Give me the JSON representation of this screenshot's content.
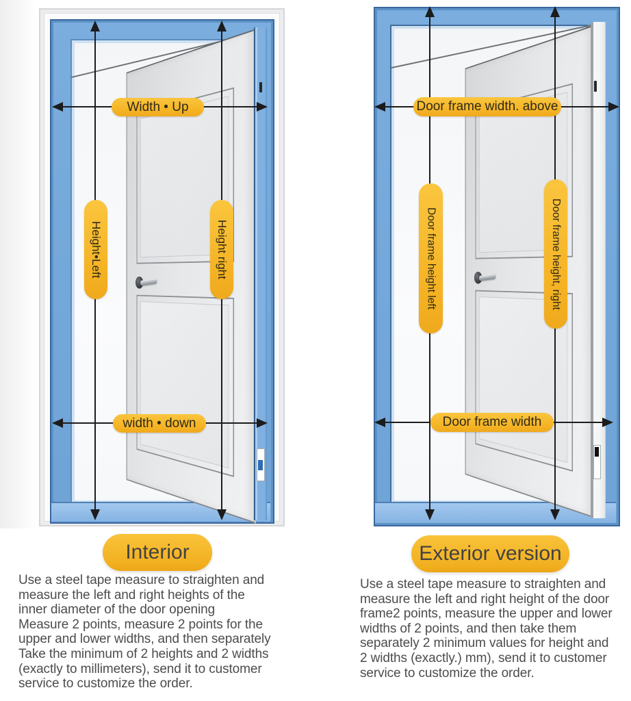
{
  "colors": {
    "accent_yellow": "#F5B324",
    "frame_blue": "#74A8DB",
    "frame_blue_dark": "#3A689C",
    "sill_blue": "#8FBCE9",
    "arrow_black": "#1C1C1C",
    "door_gray": "#E2E4E6",
    "instruction_text": "#4C4C4C"
  },
  "left_diagram": {
    "top_width_label": "Width • Up",
    "bottom_width_label": "width • down",
    "left_height_label": "Height•Left",
    "right_height_label": "Height right",
    "caption_button": "Interior",
    "instructions": "Use a steel tape measure to straighten and\nmeasure the left and right heights of the\ninner diameter of the door opening\nMeasure 2 points, measure 2 points for the\nupper and lower widths, and then separately\nTake the minimum of 2 heights and 2 widths\n(exactly to millimeters), send it to customer\nservice to customize the order."
  },
  "right_diagram": {
    "top_width_label": "Door frame width. above",
    "bottom_width_label": "Door frame width",
    "left_height_label": "Door frame height left",
    "right_height_label": "Door frame height, right",
    "caption_button": "Exterior version",
    "instructions": "Use a steel tape measure to straighten and\nmeasure the left and right height of the door\nframe2 points, measure the upper and lower\nwidths of 2 points, and then take them\nseparately 2 minimum values for height and\n2 widths (exactly.) mm), send it to customer\nservice to customize the order."
  }
}
